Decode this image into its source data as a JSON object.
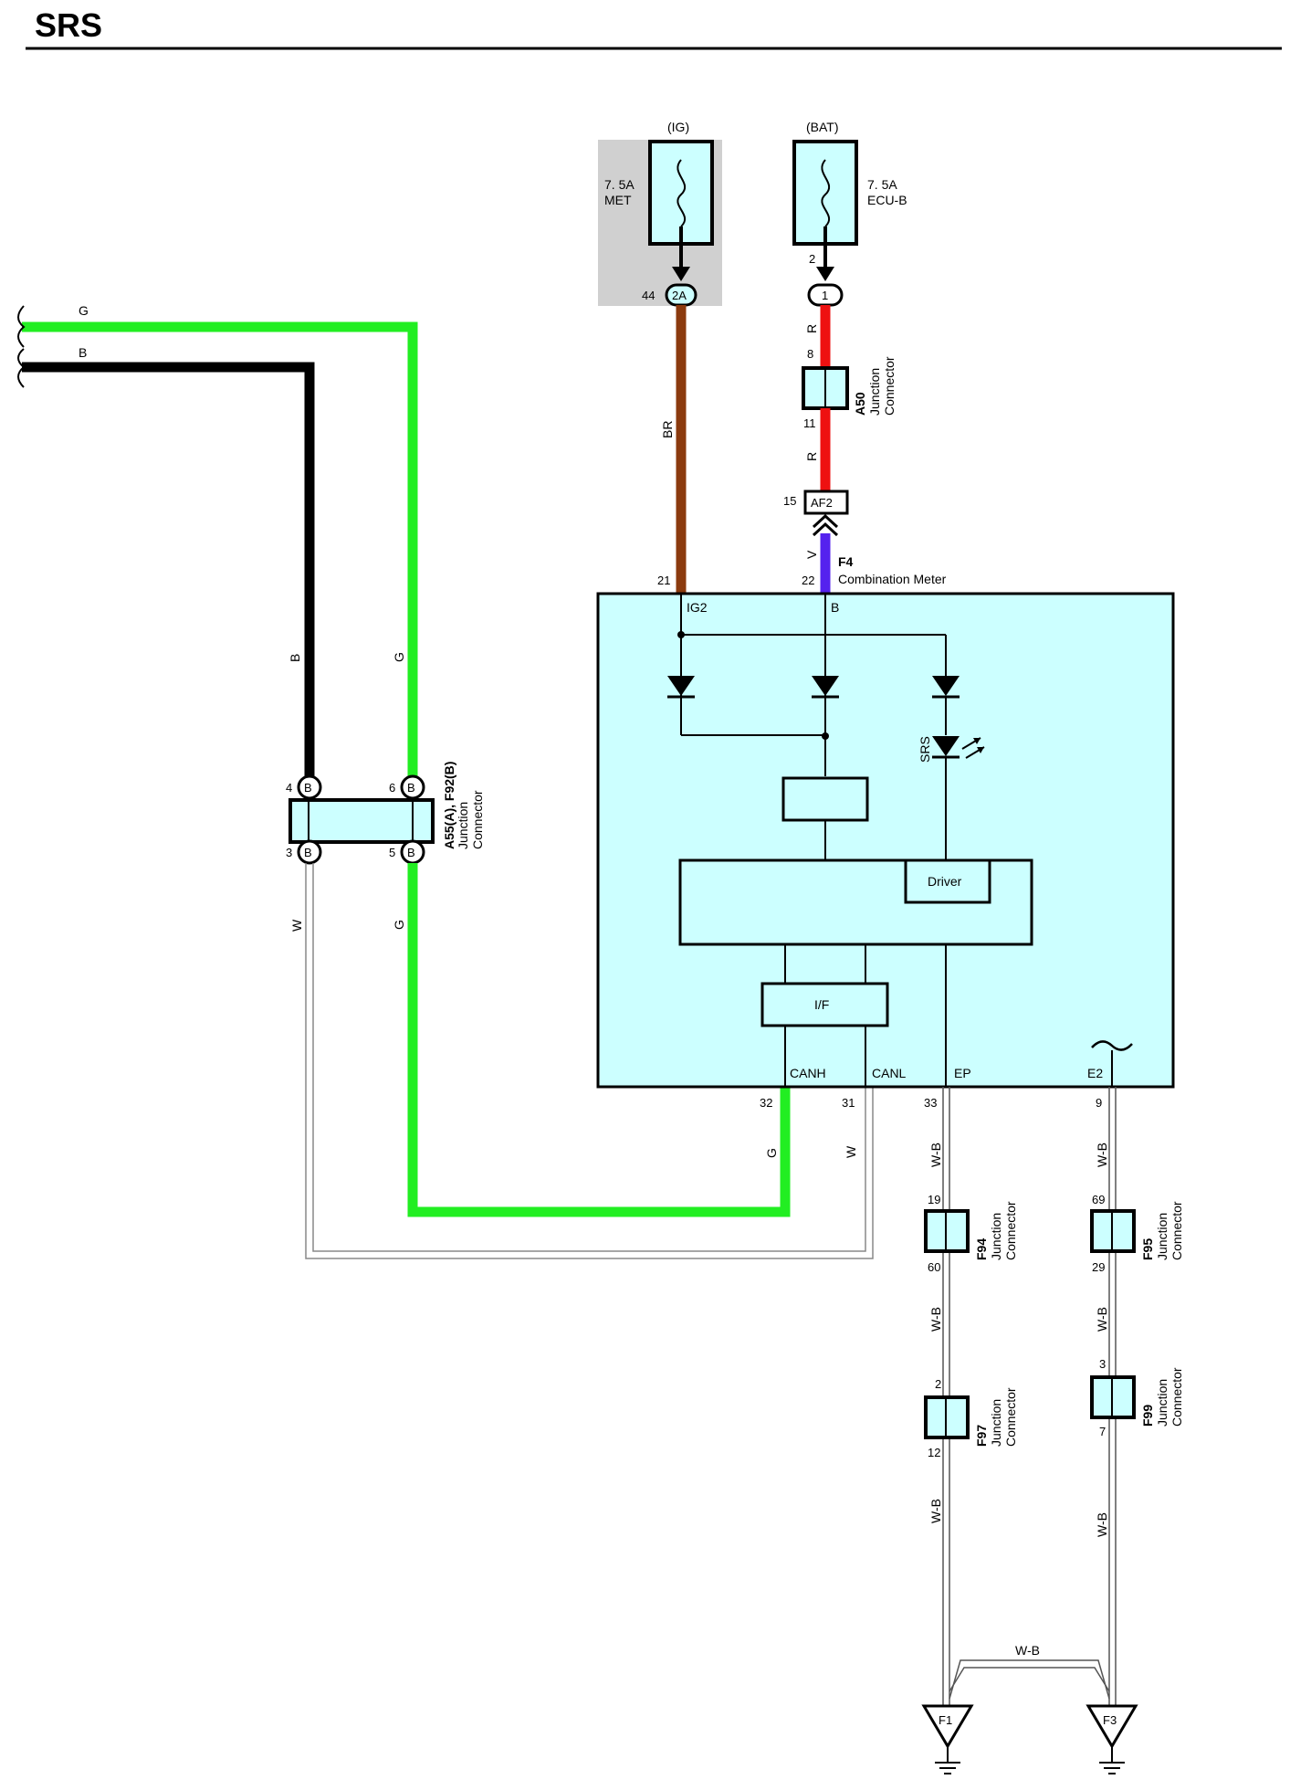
{
  "title": "SRS",
  "fuses": {
    "ig": {
      "source": "(IG)",
      "rating": "7. 5A",
      "name": "MET"
    },
    "bat": {
      "source": "(BAT)",
      "rating": "7. 5A",
      "name": "ECU-B"
    }
  },
  "connectors": {
    "ig_conn": {
      "pin": "44",
      "name": "2A"
    },
    "bat_conn": {
      "pin_top": "2",
      "name": "1"
    },
    "a50": {
      "id": "A50",
      "type_line1": "Junction",
      "type_line2": "Connector",
      "pin_top": "8",
      "pin_bottom": "11"
    },
    "af2": {
      "pin": "15",
      "name": "AF2"
    },
    "a55": {
      "id": "A55(A), F92(B)",
      "type_line1": "Junction",
      "type_line2": "Connector",
      "pins": [
        "4",
        "6",
        "3",
        "5"
      ],
      "tag": "B"
    },
    "f94": {
      "id": "F94",
      "type_line1": "Junction",
      "type_line2": "Connector",
      "pin_top": "19",
      "pin_bottom": "60"
    },
    "f95": {
      "id": "F95",
      "type_line1": "Junction",
      "type_line2": "Connector",
      "pin_top": "69",
      "pin_bottom": "29"
    },
    "f97": {
      "id": "F97",
      "type_line1": "Junction",
      "type_line2": "Connector",
      "pin_top": "2",
      "pin_bottom": "12"
    },
    "f99": {
      "id": "F99",
      "type_line1": "Junction",
      "type_line2": "Connector",
      "pin_top": "3",
      "pin_bottom": "7"
    }
  },
  "meter": {
    "id": "F4",
    "name": "Combination Meter",
    "pins": {
      "ig2": "21",
      "b": "22",
      "canh": "32",
      "canl": "31",
      "ep": "33",
      "e2": "9"
    },
    "terminals": {
      "ig2": "IG2",
      "b": "B",
      "canh": "CANH",
      "canl": "CANL",
      "ep": "EP",
      "e2": "E2"
    },
    "blocks": {
      "driver": "Driver",
      "interface": "I/F"
    },
    "lamp": "SRS"
  },
  "wires": {
    "g": "G",
    "b": "B",
    "w": "W",
    "br": "BR",
    "r": "R",
    "v": "V",
    "wb": "W-B"
  },
  "grounds": {
    "f1": "F1",
    "f3": "F3"
  },
  "colors": {
    "green": "#22ee22",
    "black": "#000000",
    "brown": "#8b3a0e",
    "red": "#ee1111",
    "violet": "#5522ee",
    "component_fill": "#ccffff",
    "fuse_shade": "#d0d0d0"
  }
}
